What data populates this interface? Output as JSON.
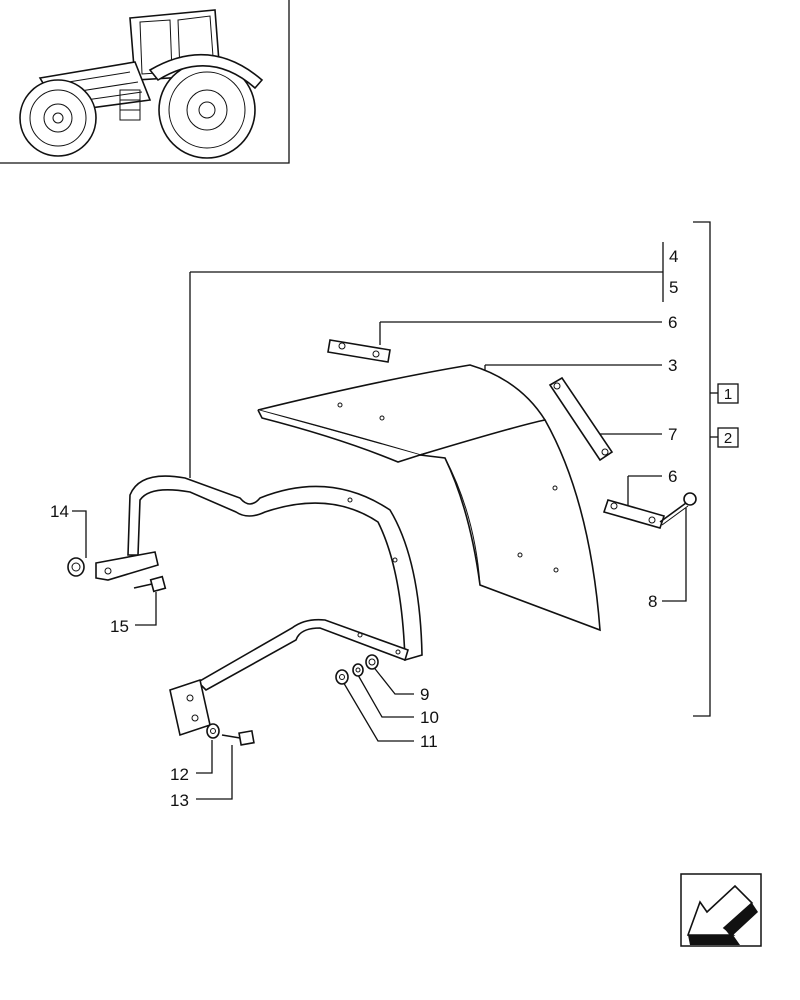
{
  "diagram": {
    "callouts": {
      "c3": "3",
      "c4": "4",
      "c5": "5",
      "c6a": "6",
      "c6b": "6",
      "c7": "7",
      "c8": "8",
      "c9": "9",
      "c10": "10",
      "c11": "11",
      "c12": "12",
      "c13": "13",
      "c14": "14",
      "c15": "15"
    },
    "boxed_refs": {
      "b1": "1",
      "b2": "2"
    },
    "icons": {
      "thumbnail": "tractor-thumbnail-icon",
      "nav": "back-arrow-icon"
    }
  }
}
